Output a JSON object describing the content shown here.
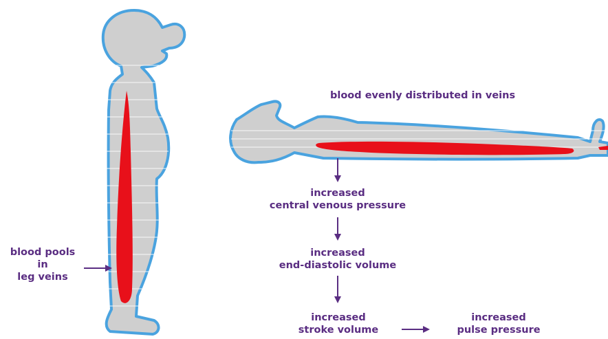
{
  "colors": {
    "outline": "#4aa3df",
    "body_fill": "#cfcfcf",
    "blood": "#e8101a",
    "text": "#5a2d82",
    "arrow": "#5a2d82"
  },
  "labels": {
    "blood_evenly": "blood evenly distributed in veins",
    "blood_pools_line1": "blood pools",
    "blood_pools_line2": "in",
    "blood_pools_line3": "leg veins",
    "cvp_line1": "increased",
    "cvp_line2": "central venous pressure",
    "edv_line1": "increased",
    "edv_line2": "end-diastolic volume",
    "sv_line1": "increased",
    "sv_line2": "stroke volume",
    "pp_line1": "increased",
    "pp_line2": "pulse pressure"
  }
}
